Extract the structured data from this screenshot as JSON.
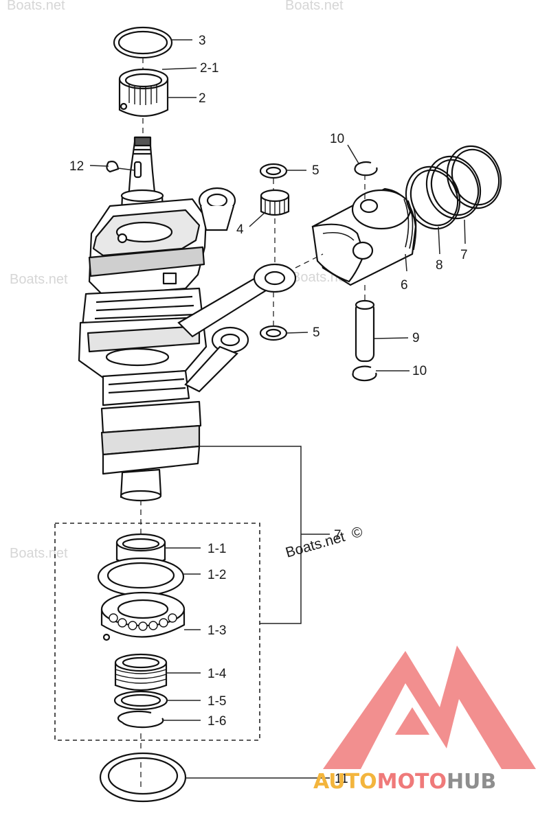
{
  "watermark": {
    "site": "Boats.net",
    "copyright_symbol": "©",
    "brand": {
      "part1": "AUTO",
      "part2": "MOTO",
      "part3": "HUB"
    },
    "colors": {
      "logo_red": "#f07b7b",
      "brand_orange": "#f3b53d",
      "brand_red": "#ef7a7a",
      "brand_gray": "#8e8e8e"
    }
  },
  "callouts": {
    "c3": "3",
    "c2_1": "2-1",
    "c2": "2",
    "c12": "12",
    "c10_top": "10",
    "c5_top": "5",
    "c4": "4",
    "c6": "6",
    "c7_ring": "7",
    "c8": "8",
    "c5_bottom": "5",
    "c9": "9",
    "c10_bottom": "10",
    "c7_assembly": "7",
    "c1_1": "1-1",
    "c1_2": "1-2",
    "c1_3": "1-3",
    "c1_4": "1-4",
    "c1_5": "1-5",
    "c1_6": "1-6",
    "c11": "11"
  }
}
